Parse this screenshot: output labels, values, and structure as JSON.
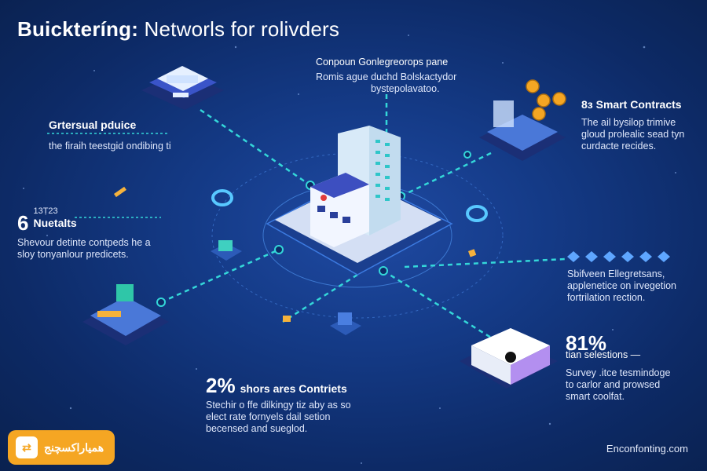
{
  "title": {
    "bold": "Buickteríng:",
    "rest": "Networls for rolivders"
  },
  "top_center": {
    "heading": "Conpoun Gonlegreorops pane",
    "lines": [
      "Romis ague duchd Bolskactydor",
      "bystepolavatoo."
    ]
  },
  "top_left": {
    "heading": "Grtersual pduice",
    "lines": [
      "the firaih teestgid ondibing ti"
    ]
  },
  "top_right": {
    "heading": "8ɜ Smart Contracts",
    "lines": [
      "The ail bysilop trimive",
      "gloud prolealic sead tyn",
      "curdacte recides."
    ]
  },
  "mid_left": {
    "stat_small": "13Ṭ23",
    "stat_big": "6",
    "heading": "Nuetalts",
    "lines": [
      "Shevour detinte contpeds he a",
      "sloy tonyanlour predicets."
    ]
  },
  "mid_right": {
    "lines": [
      "Sbifveen Ellegretsans,",
      "applenetice on irvegetion",
      "fortrilation rection."
    ]
  },
  "bottom_right": {
    "stat": "81%",
    "heading": "tian selestions —",
    "lines": [
      "Survey .itce tesmindoge",
      "to carlor and prowsed",
      "smart coolfat."
    ]
  },
  "bottom_center": {
    "stat": "2%",
    "heading": "shors ares Contriets",
    "lines": [
      "Stechir o ffe dilkingy tiz aby as so",
      "elect rate fornyels dail setion",
      "becensed and sueglod."
    ]
  },
  "footer": {
    "text": "Enconfonting.com"
  },
  "logo": {
    "text": "همیاراکسچنج",
    "icon": "exchange-icon"
  },
  "colors": {
    "background": "#143a86",
    "connector": "#34d7d9",
    "accent_orange": "#f5a623"
  }
}
